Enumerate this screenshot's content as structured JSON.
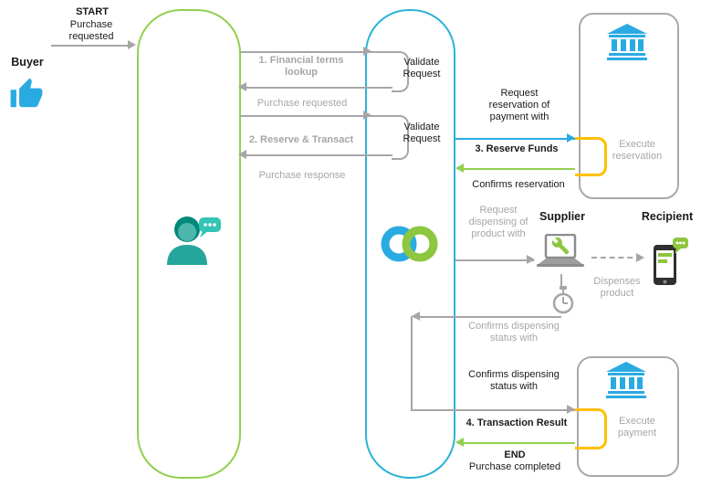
{
  "colors": {
    "accent_blue": "#29abe2",
    "accent_green": "#92d050",
    "accent_yellow": "#ffc000",
    "line_gray": "#a6a6a6",
    "lane_blue": "#2bb3d9",
    "lane_green": "#92d050",
    "teal": "#26a69a"
  },
  "start": {
    "label": "START",
    "sublabel": "Purchase requested"
  },
  "buyer": {
    "label": "Buyer"
  },
  "flow1": {
    "step": "1. Financial terms lookup",
    "validate": "Validate Request",
    "request": "Purchase requested"
  },
  "flow2": {
    "step": "2. Reserve & Transact",
    "validate": "Validate Request",
    "response": "Purchase response"
  },
  "reservation": {
    "request": "Request reservation of payment with",
    "step": "3. Reserve Funds",
    "execute": "Execute reservation",
    "confirms": "Confirms reservation"
  },
  "dispensing": {
    "request": "Request dispensing of product with",
    "supplier": "Supplier",
    "recipient": "Recipient",
    "dispenses": "Dispenses product",
    "confirms": "Confirms dispensing status with"
  },
  "transaction": {
    "confirms": "Confirms dispensing status with",
    "step": "4. Transaction Result",
    "execute": "Execute payment",
    "end": "END",
    "completed": "Purchase completed"
  }
}
